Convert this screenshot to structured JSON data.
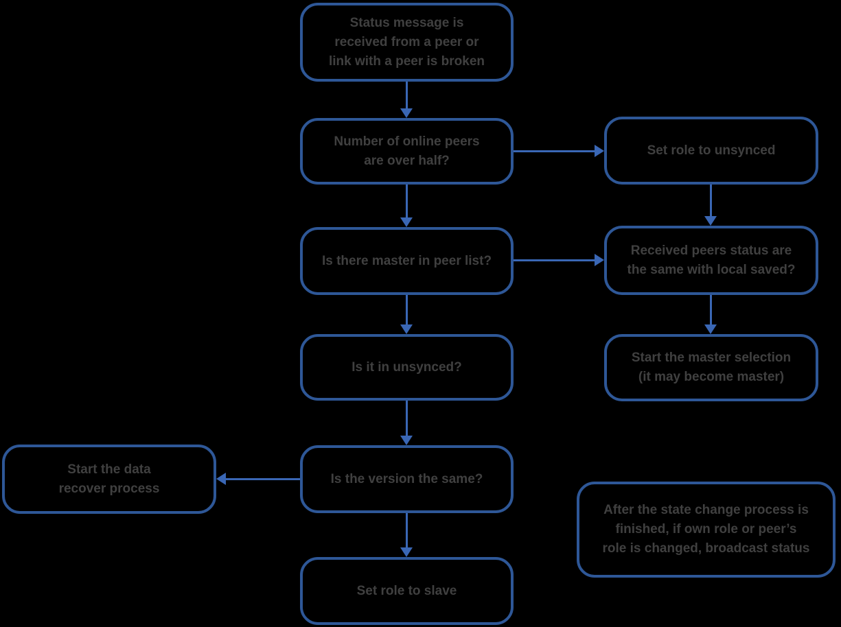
{
  "diagram": {
    "type": "flowchart",
    "colors": {
      "background": "#000000",
      "node_border": "#2e5797",
      "arrow": "#3a67b5",
      "text": "#404040"
    },
    "nodes": {
      "status_received": {
        "lines": [
          "Status message is",
          "received from a peer or",
          "link with a peer is broken"
        ]
      },
      "online_peers_over_half": {
        "lines": [
          "Number of online peers",
          "are over half?"
        ]
      },
      "set_role_unsynced": {
        "lines": [
          "Set role to unsynced"
        ]
      },
      "master_in_peer_list": {
        "lines": [
          "Is there master in peer list?"
        ]
      },
      "peers_status_same": {
        "lines": [
          "Received peers status are",
          "the same with local saved?"
        ]
      },
      "in_unsynced": {
        "lines": [
          "Is it in unsynced?"
        ]
      },
      "start_master_selection": {
        "lines": [
          "Start the master selection",
          "(it may become master)"
        ]
      },
      "version_same": {
        "lines": [
          "Is the version the same?"
        ]
      },
      "start_data_recover": {
        "lines": [
          "Start the data",
          "recover process"
        ]
      },
      "set_role_slave": {
        "lines": [
          "Set role to slave"
        ]
      },
      "broadcast_note": {
        "lines": [
          "After the state change process is",
          "finished, if own role or peer’s",
          "role is changed, broadcast status"
        ]
      }
    },
    "edges": [
      {
        "from": "status_received",
        "to": "online_peers_over_half",
        "direction": "down"
      },
      {
        "from": "online_peers_over_half",
        "to": "set_role_unsynced",
        "direction": "right"
      },
      {
        "from": "online_peers_over_half",
        "to": "master_in_peer_list",
        "direction": "down"
      },
      {
        "from": "set_role_unsynced",
        "to": "peers_status_same",
        "direction": "down"
      },
      {
        "from": "master_in_peer_list",
        "to": "peers_status_same",
        "direction": "right"
      },
      {
        "from": "master_in_peer_list",
        "to": "in_unsynced",
        "direction": "down"
      },
      {
        "from": "peers_status_same",
        "to": "start_master_selection",
        "direction": "down"
      },
      {
        "from": "in_unsynced",
        "to": "version_same",
        "direction": "down"
      },
      {
        "from": "version_same",
        "to": "start_data_recover",
        "direction": "left"
      },
      {
        "from": "version_same",
        "to": "set_role_slave",
        "direction": "down"
      }
    ]
  }
}
